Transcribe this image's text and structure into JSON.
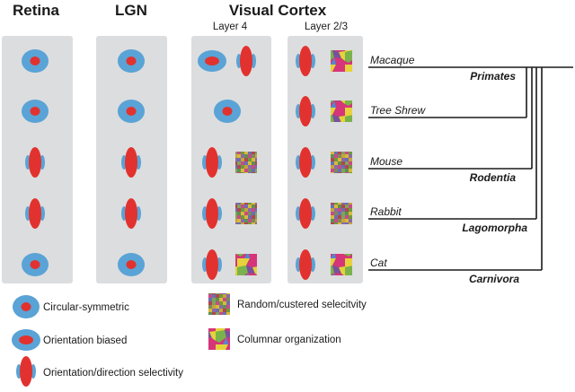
{
  "headers": {
    "retina": "Retina",
    "lgn": "LGN",
    "visual_cortex": "Visual Cortex",
    "layer4": "Layer 4",
    "layer23": "Layer 2/3"
  },
  "species": [
    {
      "name": "Macaque"
    },
    {
      "name": "Tree Shrew"
    },
    {
      "name": "Mouse"
    },
    {
      "name": "Rabbit"
    },
    {
      "name": "Cat"
    }
  ],
  "orders": [
    {
      "name": "Primates"
    },
    {
      "name": "Rodentia"
    },
    {
      "name": "Lagomorpha"
    },
    {
      "name": "Carnivora"
    }
  ],
  "legend": {
    "circular": "Circular-symmetric",
    "biased": "Orientation biased",
    "selective": "Orientation/direction selectivity",
    "random": "Random/custered selecitvity",
    "columnar": "Columnar organization"
  },
  "colors": {
    "panel": "#dcdddf",
    "blue": "#5aa3d6",
    "red": "#e2322f",
    "line": "#1a1a1a"
  },
  "rows": [
    {
      "retina": "circular",
      "lgn": "circular",
      "l4": [
        "biased",
        "selective"
      ],
      "l23": [
        "selective",
        "columnar"
      ]
    },
    {
      "retina": "circular",
      "lgn": "circular",
      "l4": [
        "circular"
      ],
      "l23": [
        "selective",
        "columnar"
      ]
    },
    {
      "retina": "selective",
      "lgn": "selective",
      "l4": [
        "selective",
        "random"
      ],
      "l23": [
        "selective",
        "random"
      ]
    },
    {
      "retina": "selective",
      "lgn": "selective",
      "l4": [
        "selective",
        "random"
      ],
      "l23": [
        "selective",
        "random"
      ]
    },
    {
      "retina": "circular",
      "lgn": "circular",
      "l4": [
        "selective",
        "columnar"
      ],
      "l23": [
        "selective",
        "columnar"
      ]
    }
  ]
}
